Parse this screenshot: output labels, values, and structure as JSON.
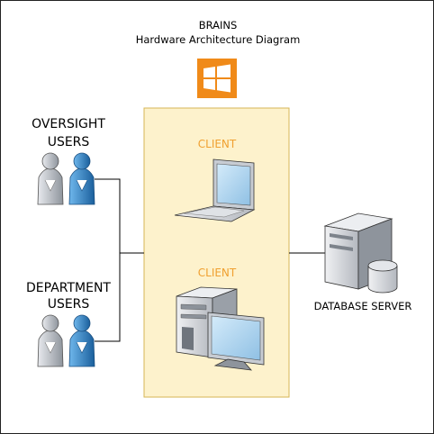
{
  "header": {
    "title": "BRAINS",
    "subtitle": "Hardware Architecture Diagram"
  },
  "icons": {
    "platform": "windows-logo-icon",
    "user": "user-icon",
    "laptop": "laptop-icon",
    "workstation": "desktop-computer-icon",
    "server": "database-server-icon"
  },
  "groups": [
    {
      "line1": "OVERSIGHT",
      "line2": "USERS"
    },
    {
      "line1": "DEPARTMENT",
      "line2": "USERS"
    }
  ],
  "clients": [
    {
      "label": "CLIENT",
      "kind": "laptop"
    },
    {
      "label": "CLIENT",
      "kind": "desktop"
    }
  ],
  "server": {
    "label": "DATABASE SERVER"
  },
  "colors": {
    "windows_tile": "#f08a19",
    "client_zone_fill": "#fdf2cc",
    "client_zone_border": "#d6b656",
    "client_label": "#f0a030",
    "user_gray": "#a9aeb6",
    "user_blue": "#2d84c8",
    "connector": "#000000"
  }
}
